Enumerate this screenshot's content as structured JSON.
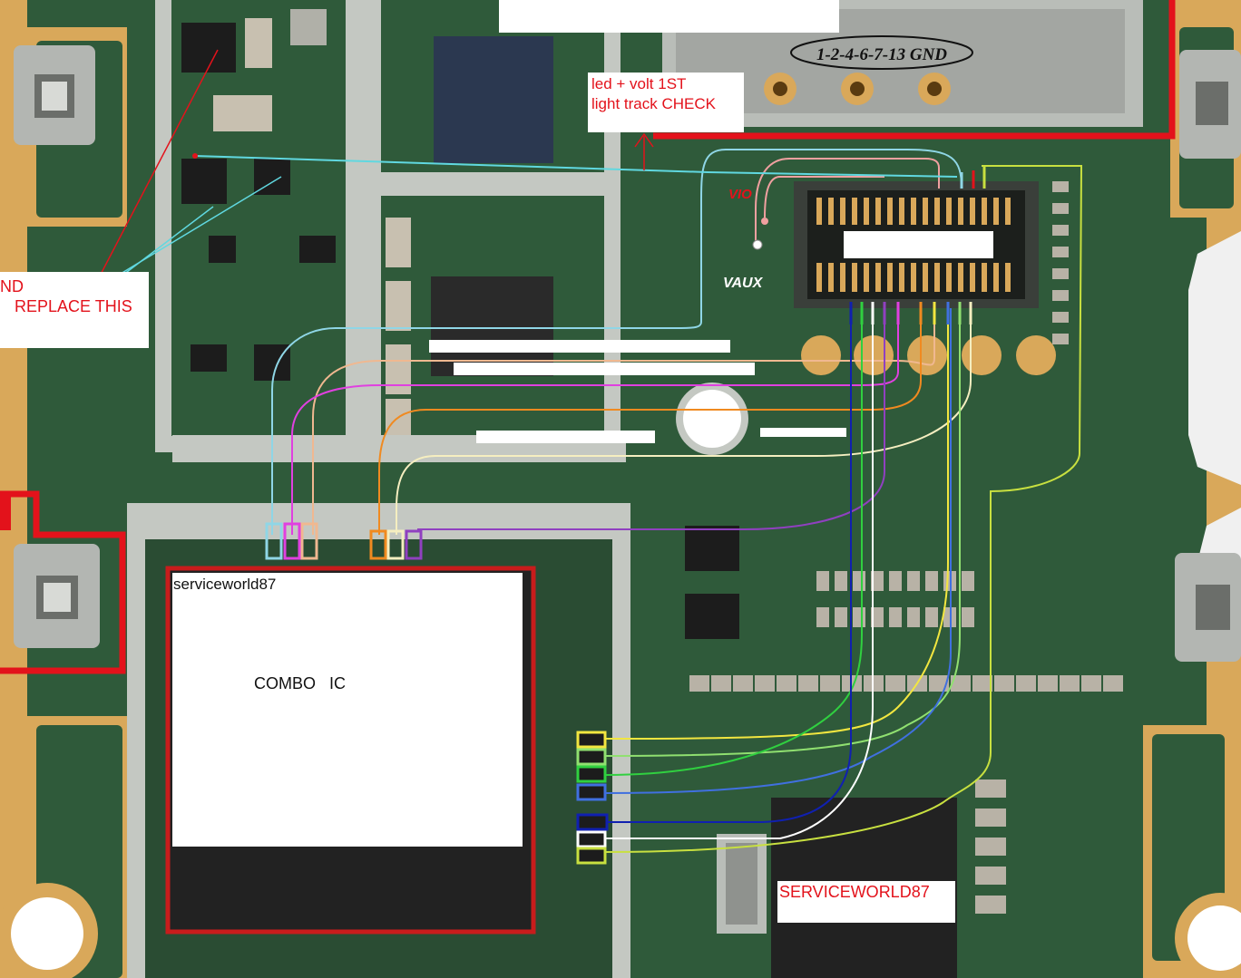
{
  "labels": {
    "led_volt_line1": "led + volt  1ST",
    "led_volt_line2": "light track CHECK",
    "gnd_pins": "1-2-4-6-7-13 GND",
    "replace_left": "ND",
    "replace_this": "REPLACE THIS",
    "vio": "VIO",
    "vaux": "VAUX",
    "combo_watermark": "serviceworld87",
    "combo_ic": "COMBO   IC",
    "serviceworld_bottom": "SERVICEWORLD87"
  },
  "colors": {
    "board": "#2f5a3a",
    "board_dark": "#244a2f",
    "gold": "#d9a85a",
    "shield": "#b9bdb8",
    "annotation_red": "#e3121b",
    "trace_lightblue": "#8fd6e6",
    "trace_magenta": "#e040e0",
    "trace_peach": "#f0b890",
    "trace_orange": "#f08a20",
    "trace_cream": "#f5eec0",
    "trace_purple": "#9040c0",
    "trace_yellow": "#f2e640",
    "trace_green": "#30d040",
    "trace_lightgreen": "#90e070",
    "trace_blue": "#4070e0",
    "trace_darkblue": "#1020b0",
    "trace_white": "#ffffff",
    "trace_yellowgreen": "#c8e040",
    "trace_pink": "#f0a0a0",
    "trace_cyan_thin": "#60d8e0"
  }
}
